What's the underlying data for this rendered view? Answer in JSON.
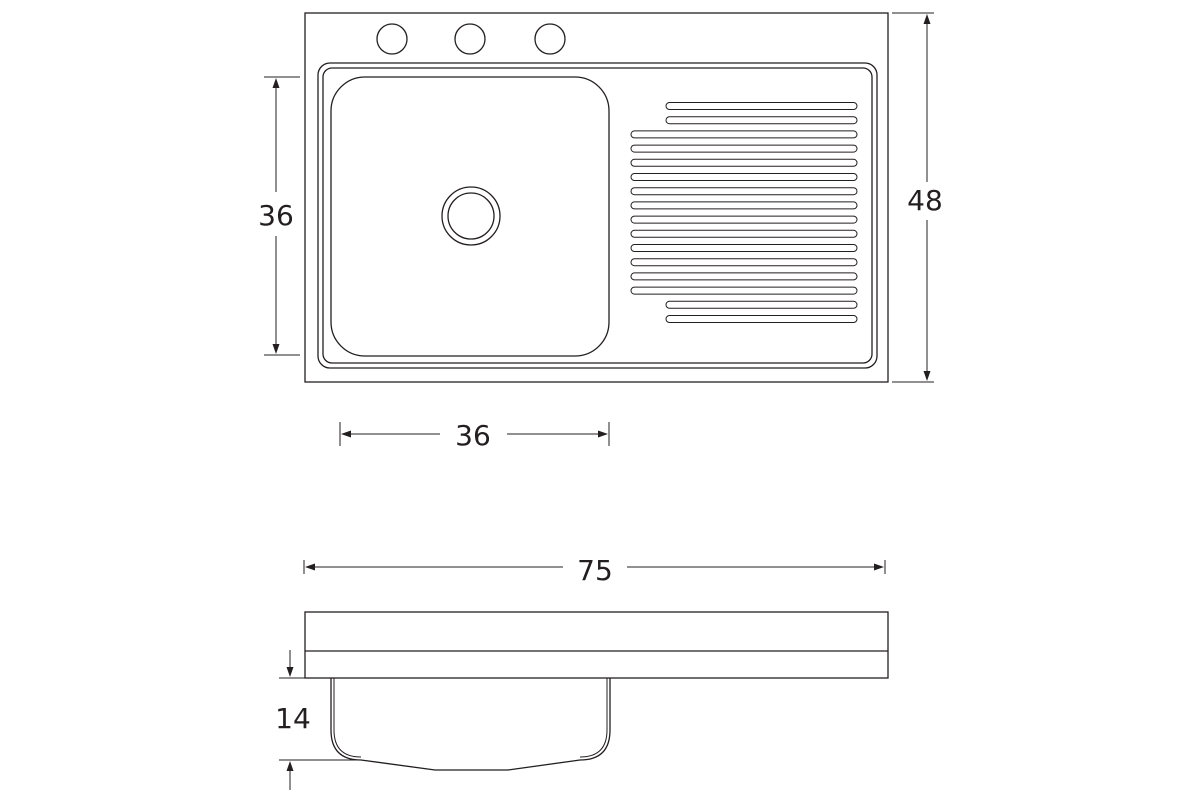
{
  "dimensions": {
    "top_height": "36",
    "top_width": "48",
    "bowl_width": "36",
    "side_length": "75",
    "side_depth": "14"
  },
  "colors": {
    "line": "#231f20",
    "background": "#ffffff"
  }
}
